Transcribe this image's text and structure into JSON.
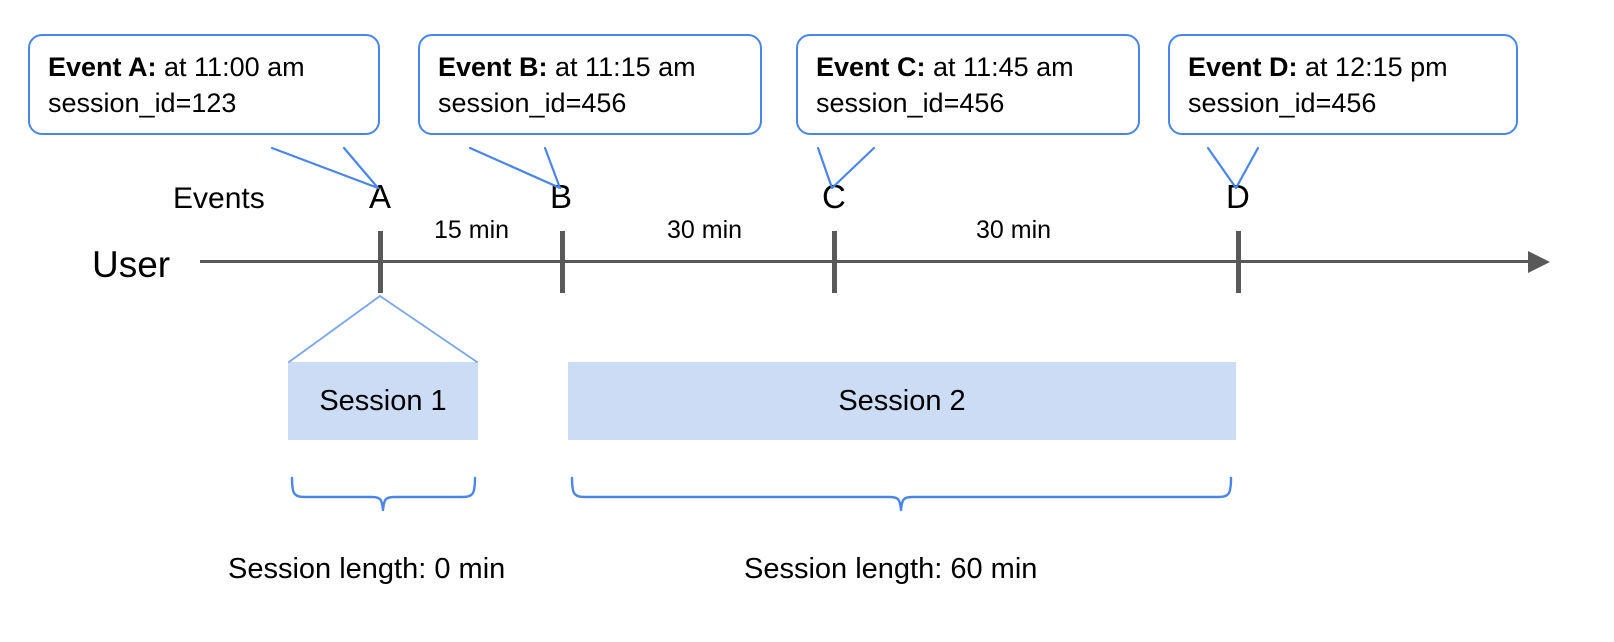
{
  "diagram": {
    "lane_label_events": "Events",
    "lane_label_user": "User",
    "callouts": [
      {
        "title": "Event A:",
        "time": " at 11:00 am",
        "session": "session_id=123"
      },
      {
        "title": "Event B:",
        "time": " at 11:15 am",
        "session": "session_id=456"
      },
      {
        "title": "Event C:",
        "time": " at 11:45 am",
        "session": "session_id=456"
      },
      {
        "title": "Event D:",
        "time": " at 12:15 pm",
        "session": "session_id=456"
      }
    ],
    "events": [
      {
        "label": "A"
      },
      {
        "label": "B"
      },
      {
        "label": "C"
      },
      {
        "label": "D"
      }
    ],
    "durations": [
      {
        "label": "15 min"
      },
      {
        "label": "30 min"
      },
      {
        "label": "30 min"
      }
    ],
    "sessions": [
      {
        "name": "Session 1",
        "length_label": "Session length: 0 min"
      },
      {
        "name": "Session 2",
        "length_label": "Session length: 60 min"
      }
    ],
    "colors": {
      "accent_blue": "#4a86e8",
      "session_fill": "#cddcf5",
      "axis_gray": "#595959",
      "text": "#000000"
    }
  }
}
